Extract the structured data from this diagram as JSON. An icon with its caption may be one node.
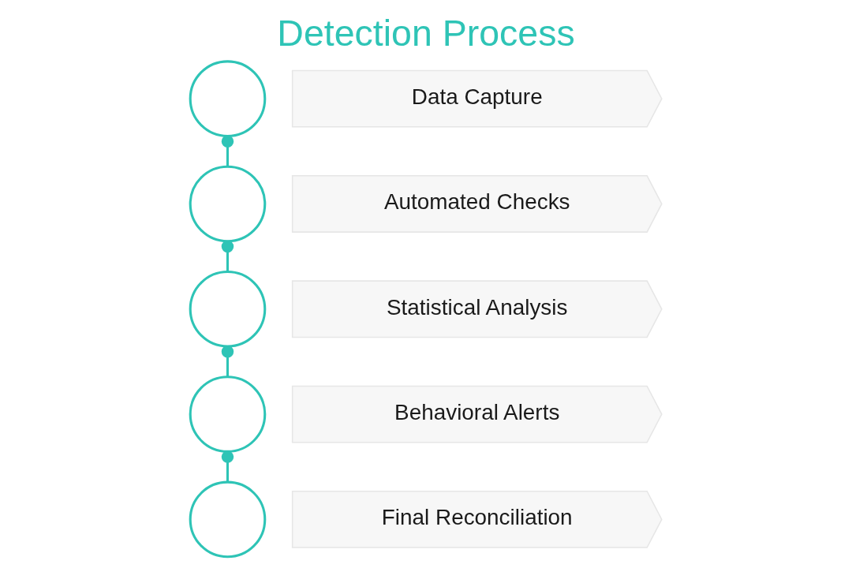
{
  "diagram": {
    "title": "Detection Process",
    "nodes": [
      {
        "text": [],
        "shape": "circle"
      },
      {
        "text": [
          "Data Capture"
        ]
      },
      {
        "text": [],
        "shape": "circle"
      },
      {
        "text": [
          "Automated Checks"
        ]
      },
      {
        "text": [],
        "shape": "circle"
      },
      {
        "text": [
          "Statistical Analysis"
        ]
      },
      {
        "text": [],
        "shape": "circle"
      },
      {
        "text": [
          "Behavioral Alerts"
        ]
      },
      {
        "text": [],
        "shape": "circle"
      },
      {
        "text": [
          "Final Reconciliation"
        ]
      }
    ],
    "edges": [
      {
        "from": 0,
        "to": 2,
        "arrow": "other"
      },
      {
        "from": 2,
        "to": 4,
        "arrow": "other"
      },
      {
        "from": 4,
        "to": 6,
        "arrow": "other"
      },
      {
        "from": 6,
        "to": 8,
        "arrow": "other"
      }
    ]
  }
}
